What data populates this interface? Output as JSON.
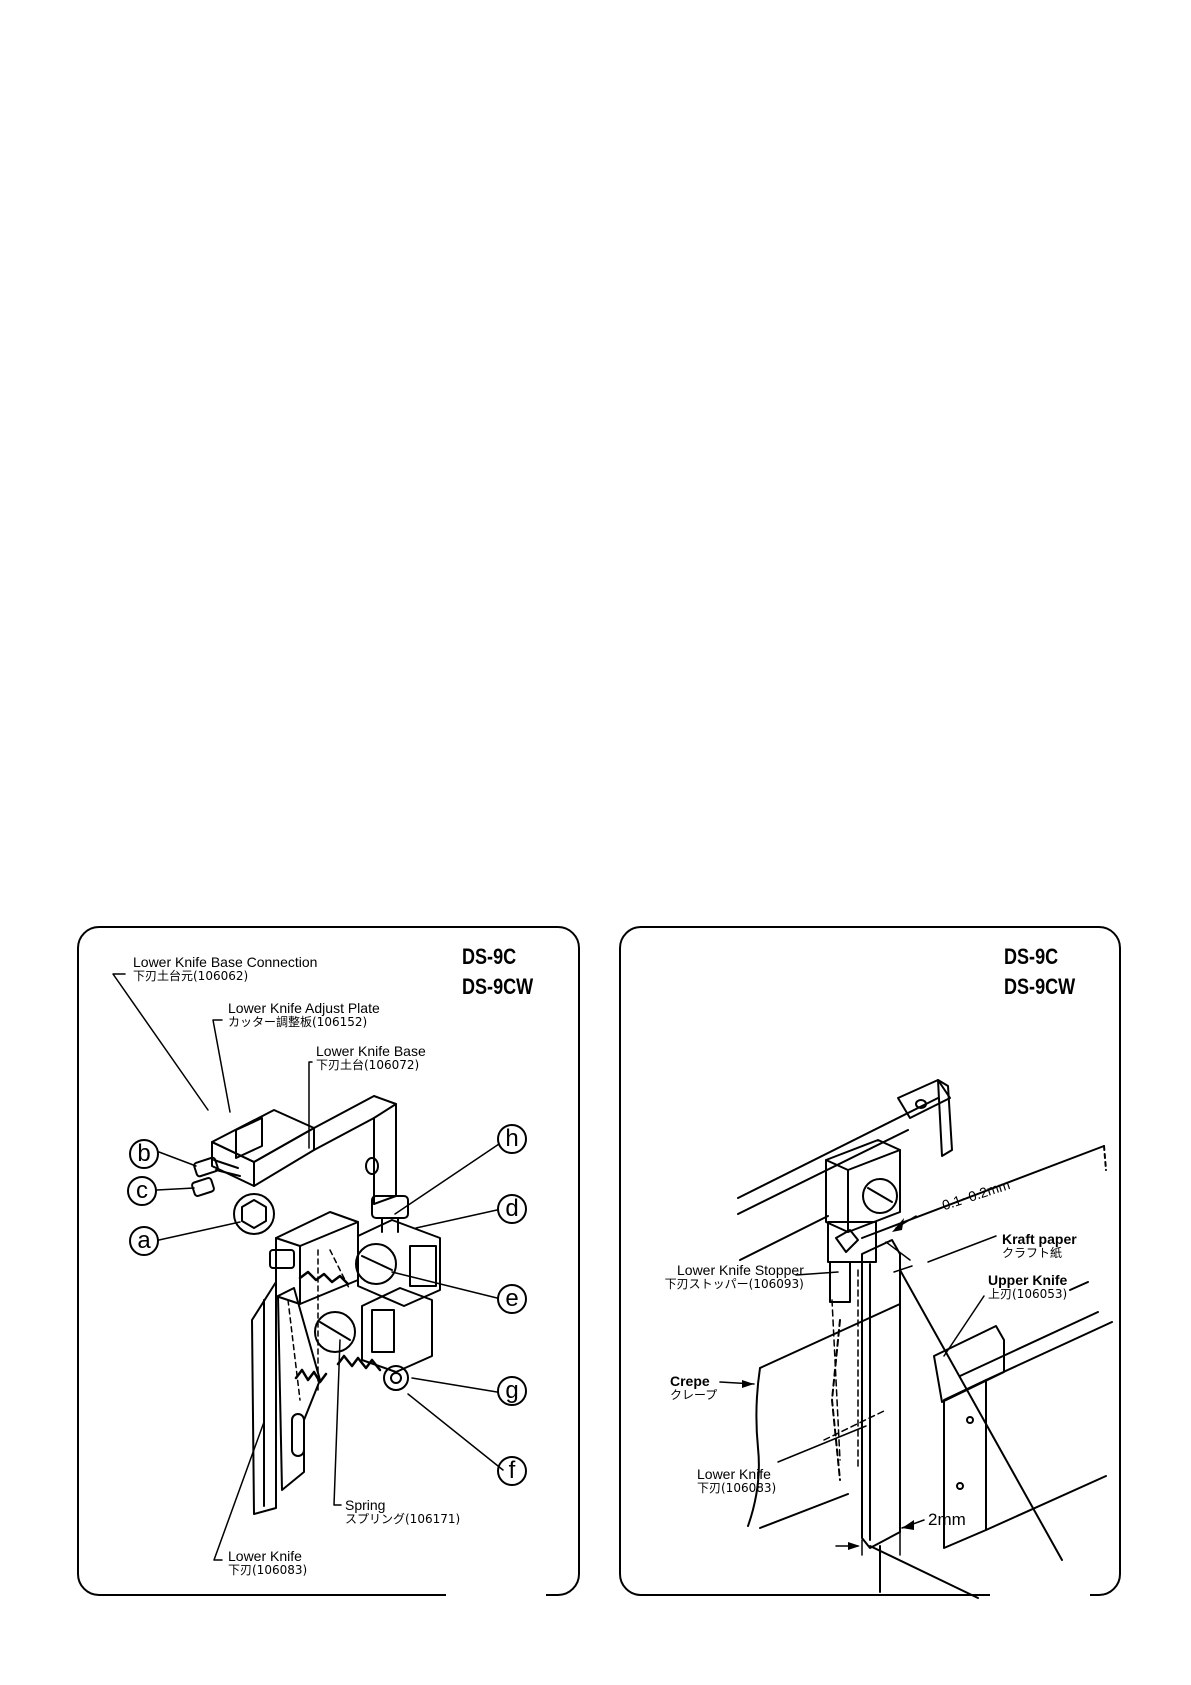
{
  "left_panel": {
    "models": [
      "DS-9C",
      "DS-9CW"
    ],
    "labels": {
      "base_connection": {
        "en": "Lower Knife Base Connection",
        "jp": "下刃土台元(106062)"
      },
      "adjust_plate": {
        "en": "Lower Knife Adjust Plate",
        "jp": "カッター調整板(106152)"
      },
      "knife_base": {
        "en": "Lower Knife Base",
        "jp": "下刃土台(106072)"
      },
      "spring": {
        "en": "Spring",
        "jp": "スプリング(106171)"
      },
      "lower_knife": {
        "en": "Lower Knife",
        "jp": "下刃(106083)"
      }
    },
    "callouts": [
      "b",
      "c",
      "a",
      "h",
      "d",
      "e",
      "g",
      "f"
    ]
  },
  "right_panel": {
    "models": [
      "DS-9C",
      "DS-9CW"
    ],
    "labels": {
      "stopper": {
        "en": "Lower Knife Stopper",
        "jp": "下刃ストッパー(106093)"
      },
      "kraft": {
        "en": "Kraft paper",
        "jp": "クラフト紙"
      },
      "upper_knife": {
        "en": "Upper Knife",
        "jp": "上刃(106053)"
      },
      "crepe": {
        "en": "Crepe",
        "jp": "クレープ"
      },
      "lower_knife": {
        "en": "Lower Knife",
        "jp": "下刃(106083)"
      }
    },
    "dim_gap": "0.1~0.2mm",
    "dim_width": "2mm"
  }
}
